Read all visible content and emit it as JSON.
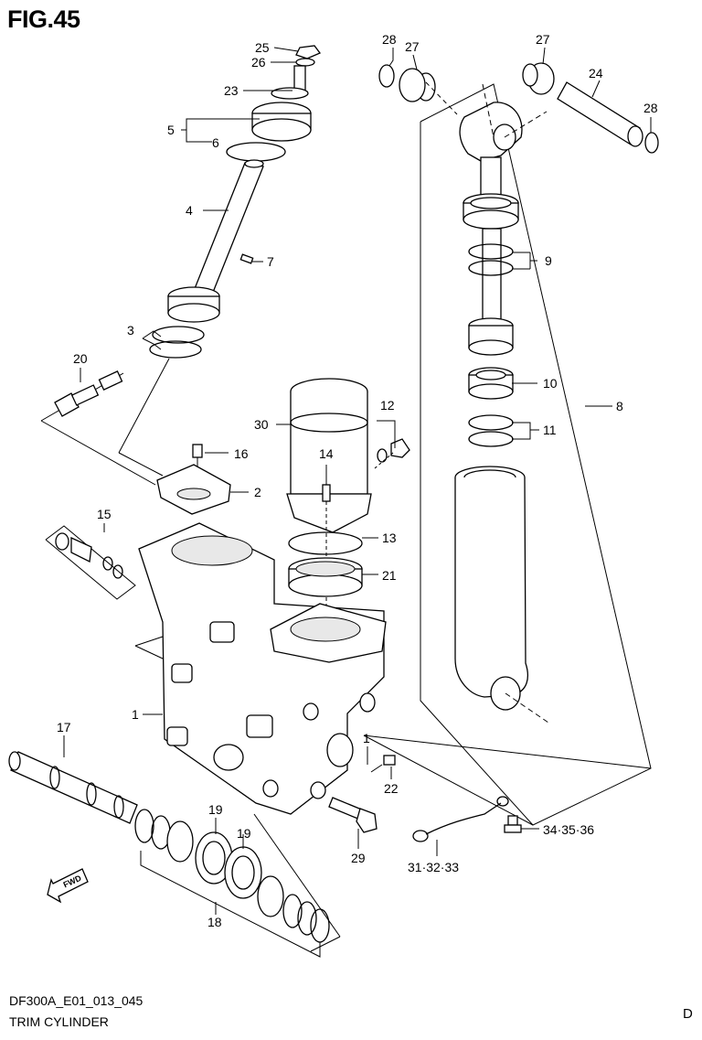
{
  "figure": {
    "title": "FIG.45",
    "code": "DF300A_E01_013_045",
    "name": "TRIM CYLINDER",
    "revision": "D"
  },
  "callouts": {
    "c1": "1",
    "c1b": "1",
    "c2": "2",
    "c3": "3",
    "c4": "4",
    "c5": "5",
    "c6": "6",
    "c7": "7",
    "c8": "8",
    "c9": "9",
    "c10": "10",
    "c11": "11",
    "c12": "12",
    "c13": "13",
    "c14": "14",
    "c15": "15",
    "c16": "16",
    "c17": "17",
    "c18": "18",
    "c19a": "19",
    "c19b": "19",
    "c20": "20",
    "c21": "21",
    "c22": "22",
    "c23": "23",
    "c24": "24",
    "c25": "25",
    "c26": "26",
    "c27a": "27",
    "c27b": "27",
    "c28a": "28",
    "c28b": "28",
    "c29": "29",
    "c30": "30",
    "c31": "31·32·33",
    "c34": "34·35·36"
  },
  "fwd_arrow": {
    "label": "FWD",
    "icon": "fwd-arrow-icon"
  }
}
